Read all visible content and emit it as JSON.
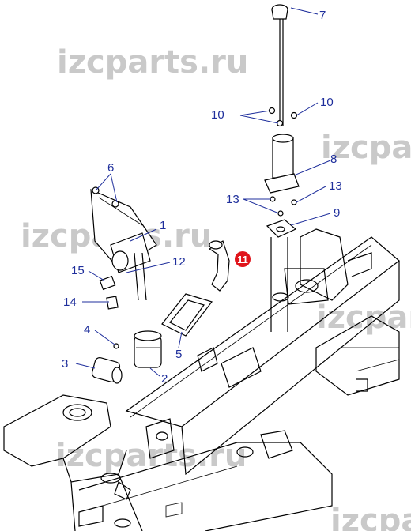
{
  "watermark": "izcparts.ru",
  "callouts": {
    "c1": "1",
    "c2": "2",
    "c3": "3",
    "c4": "4",
    "c5": "5",
    "c6": "6",
    "c7": "7",
    "c8": "8",
    "c9": "9",
    "c10a": "10",
    "c10b": "10",
    "c11": "11",
    "c12": "12",
    "c13a": "13",
    "c13b": "13",
    "c14": "14",
    "c15": "15"
  },
  "colors": {
    "callout_text": "#1f2f9c",
    "highlight_badge": "#e0141b",
    "watermark": "#c9c9c9",
    "line_art": "#000000"
  }
}
